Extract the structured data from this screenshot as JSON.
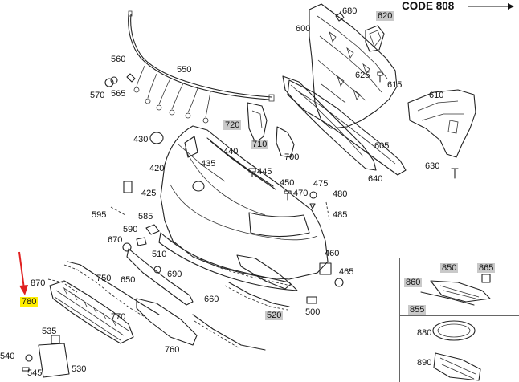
{
  "code_label": "CODE 808",
  "labels": {
    "l620": "620",
    "l680": "680",
    "l600": "600",
    "l625": "625",
    "l615": "615",
    "l610": "610",
    "l605": "605",
    "l640": "640",
    "l630": "630",
    "l560": "560",
    "l570": "570",
    "l565": "565",
    "l550": "550",
    "l720": "720",
    "l710": "710",
    "l700": "700",
    "l430": "430",
    "l440": "440",
    "l435": "435",
    "l445": "445",
    "l420": "420",
    "l425": "425",
    "l450": "450",
    "l470": "470",
    "l475": "475",
    "l480": "480",
    "l485": "485",
    "l595": "595",
    "l585": "585",
    "l590": "590",
    "l670": "670",
    "l510": "510",
    "l650": "650",
    "l690": "690",
    "l460": "460",
    "l465": "465",
    "l870": "870",
    "l750": "750",
    "l780": "780",
    "l770": "770",
    "l660": "660",
    "l500": "500",
    "l520": "520",
    "l535": "535",
    "l760": "760",
    "l540": "540",
    "l545": "545",
    "l530": "530",
    "l850": "850",
    "l865": "865",
    "l860": "860",
    "l855": "855",
    "l880": "880",
    "l890": "890"
  },
  "colors": {
    "highlight_gray": "#c9c9c9",
    "highlight_yellow": "#ffee00",
    "arrow_red": "#e02020"
  }
}
